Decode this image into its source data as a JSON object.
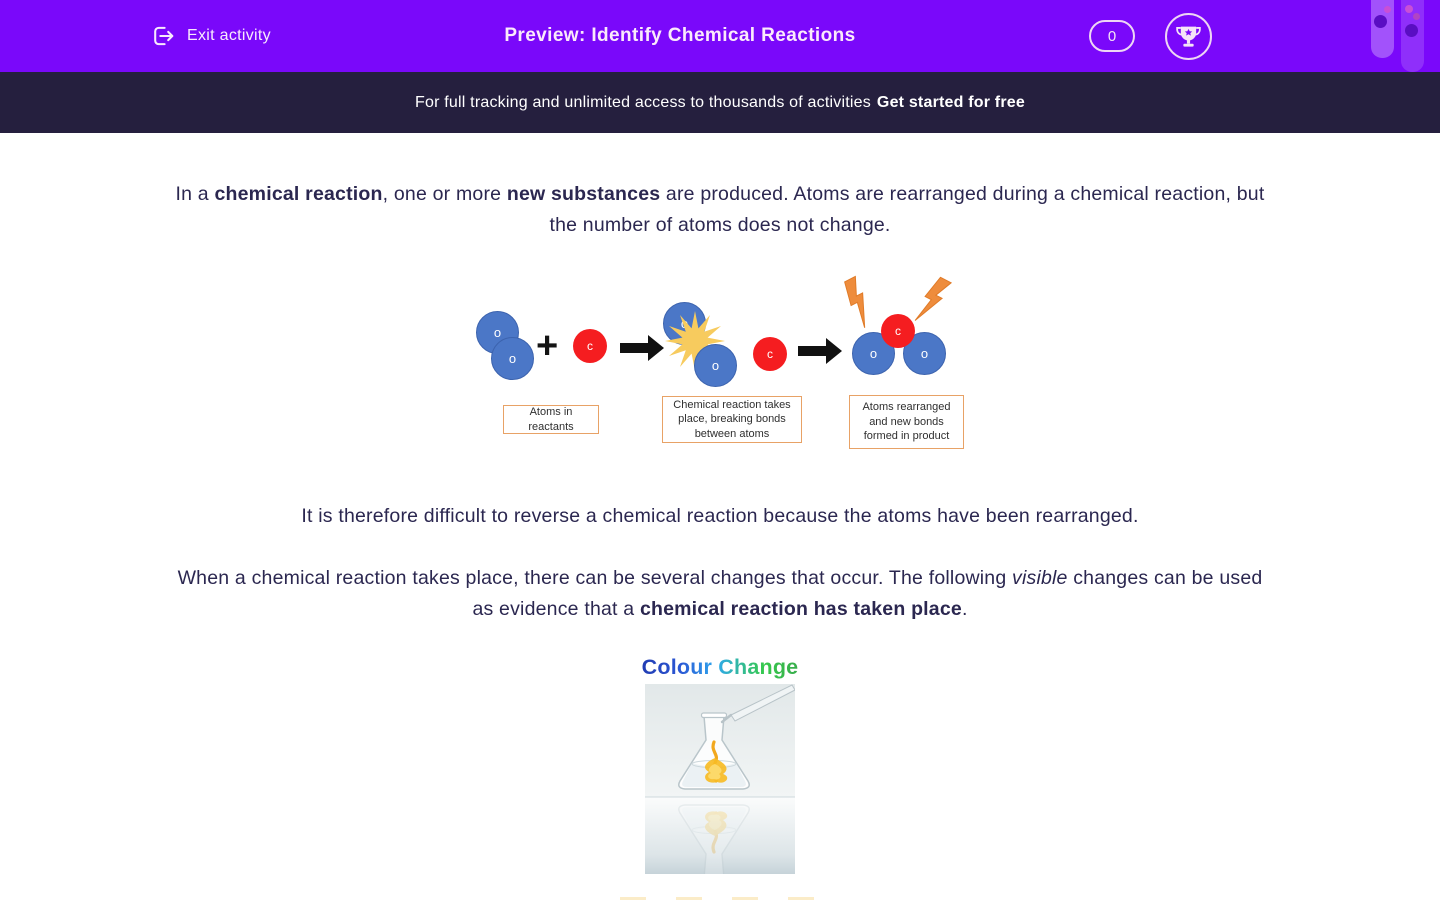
{
  "header": {
    "exit_label": "Exit activity",
    "title": "Preview: Identify Chemical Reactions",
    "score": "0"
  },
  "banner": {
    "text": "For full tracking and unlimited access to thousands of activities",
    "cta": "Get started for free"
  },
  "content": {
    "p1": [
      "In a ",
      "chemical reaction",
      ", one or more ",
      "new substances",
      " are produced. Atoms are rearranged during a chemical reaction, but the number of atoms does not change."
    ],
    "p2": "It is therefore difficult to reverse a chemical reaction because the atoms have been rearranged.",
    "p3": [
      "When a chemical reaction takes place, there can be several changes that occur. The following ",
      "visible",
      " changes can be used as evidence that a ",
      "chemical reaction has taken place",
      "."
    ],
    "heading": "Colour Change"
  },
  "diagram": {
    "plus": "+",
    "o": "o",
    "c": "c",
    "captions": [
      "Atoms in reactants",
      "Chemical reaction takes place, breaking bonds between atoms",
      "Atoms rearranged and new bonds formed in product"
    ]
  },
  "colors": {
    "header_purple": "#7a08fa",
    "banner_navy": "#251f3e",
    "body_text": "#2b2750",
    "atom_blue": "#4b77c7",
    "atom_red": "#f51d20",
    "starburst_yellow": "#f7cb5e",
    "bolt_orange": "#ee8c3c",
    "caption_border": "#e8a266"
  }
}
